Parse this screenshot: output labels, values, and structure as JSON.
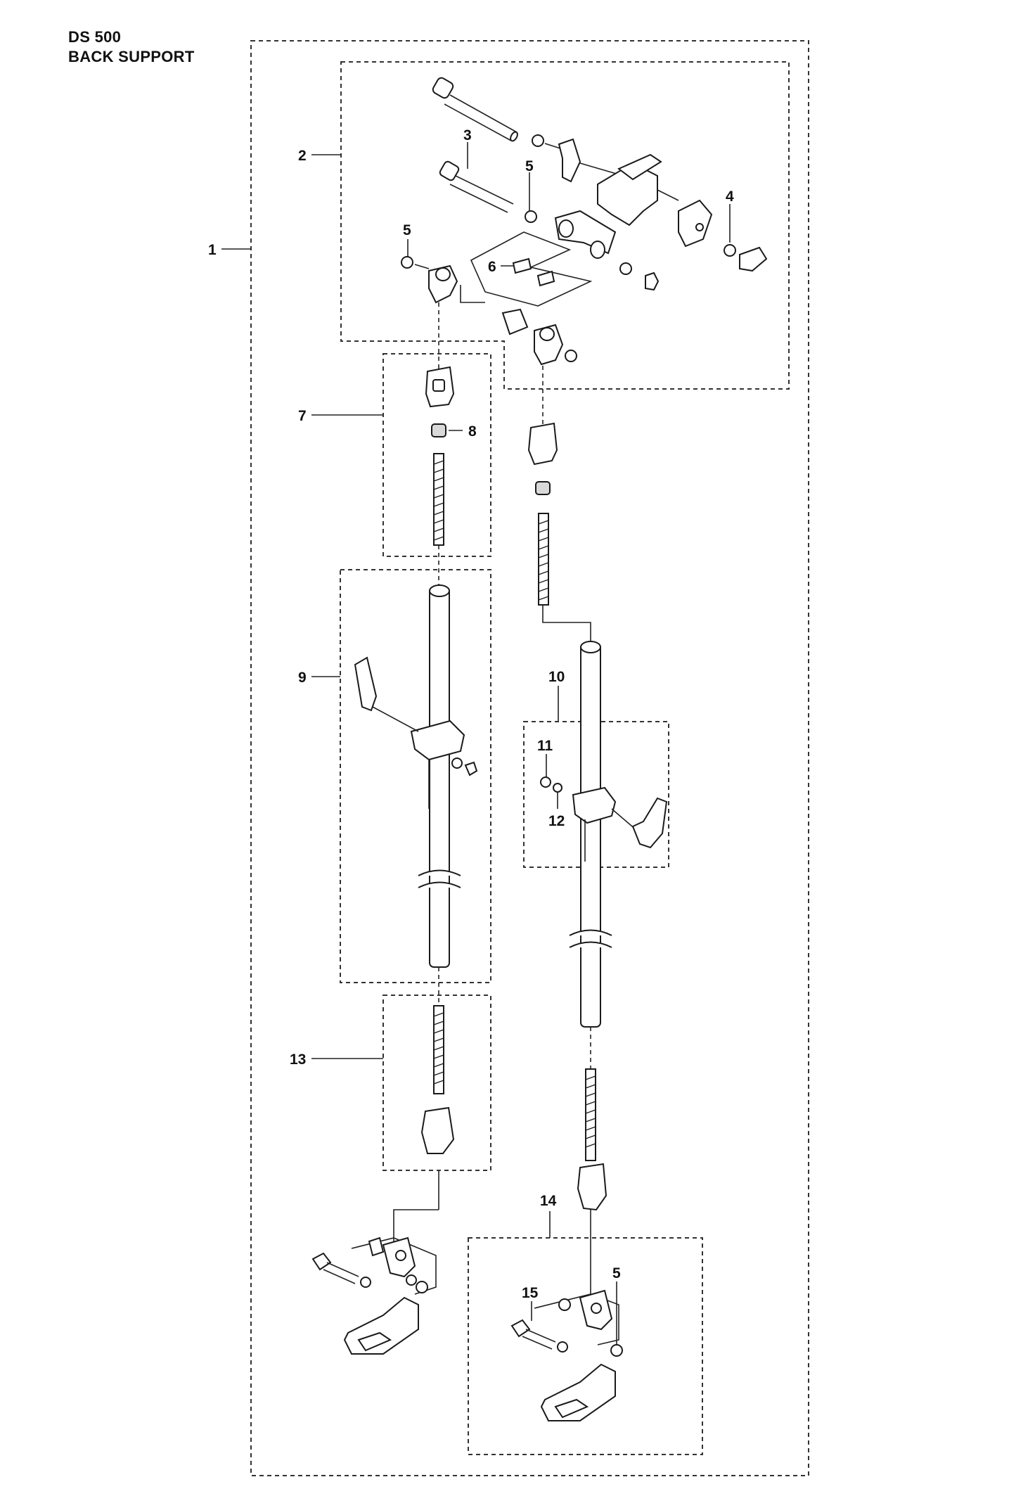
{
  "header": {
    "model": "DS 500",
    "section": "BACK SUPPORT"
  },
  "callouts": [
    "1",
    "2",
    "3",
    "4",
    "5",
    "5",
    "6",
    "7",
    "8",
    "9",
    "10",
    "11",
    "12",
    "13",
    "14",
    "15",
    "5"
  ]
}
